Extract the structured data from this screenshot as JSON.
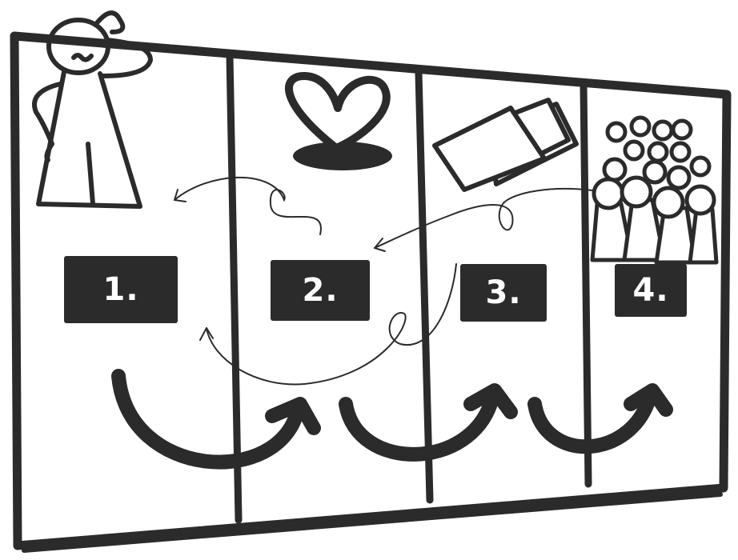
{
  "diagram": {
    "type": "four-panel storyboard",
    "panels": [
      {
        "index": 1,
        "label": "1.",
        "icon": "confused-person-icon"
      },
      {
        "index": 2,
        "label": "2.",
        "icon": "heart-icon"
      },
      {
        "index": 3,
        "label": "3.",
        "icon": "stacked-cards-icon"
      },
      {
        "index": 4,
        "label": "4.",
        "icon": "crowd-icon"
      }
    ],
    "connections": [
      {
        "from": 1,
        "to": 2,
        "style": "bold-curved-arrow"
      },
      {
        "from": 2,
        "to": 3,
        "style": "bold-curved-arrow"
      },
      {
        "from": 3,
        "to": 4,
        "style": "bold-curved-arrow"
      },
      {
        "from": 2,
        "to": 1,
        "style": "thin-loop-arrow"
      },
      {
        "from": 4,
        "to": 2,
        "style": "thin-loop-arrow"
      },
      {
        "from": 3,
        "to": 1,
        "style": "thin-loop-arrow"
      }
    ],
    "colors": {
      "ink": "#2b2b2b",
      "background": "#ffffff"
    }
  }
}
